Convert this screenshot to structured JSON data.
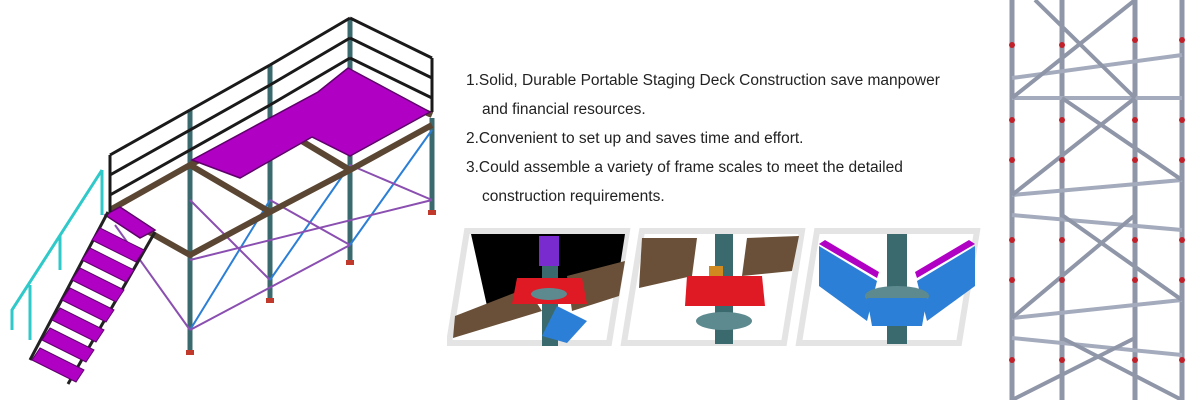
{
  "features": [
    {
      "line1": "1.Solid, Durable Portable Staging Deck Construction save manpower",
      "line2": "and financial resources."
    },
    {
      "line1": "2.Convenient to set up and saves time and effort."
    },
    {
      "line1": "3.Could assemble a variety of frame scales to meet the detailed",
      "line2": "construction requirements."
    }
  ],
  "colors": {
    "deck": "#b000c4",
    "steel_frame": "#5a4632",
    "standard_pipe": "#3a6a6e",
    "brace_blue": "#2b7fd6",
    "brace_purple": "#8a4fb0",
    "handrail": "#1a1a1a",
    "stair_rail": "#2fc9c9",
    "coupler_red": "#e01a24",
    "tower_grey": "#8f96a8",
    "tower_joint": "#c0202a"
  },
  "icons": [
    "staging-deck-illustration",
    "coupler-detail-illustration",
    "ringlock-tower-illustration"
  ]
}
